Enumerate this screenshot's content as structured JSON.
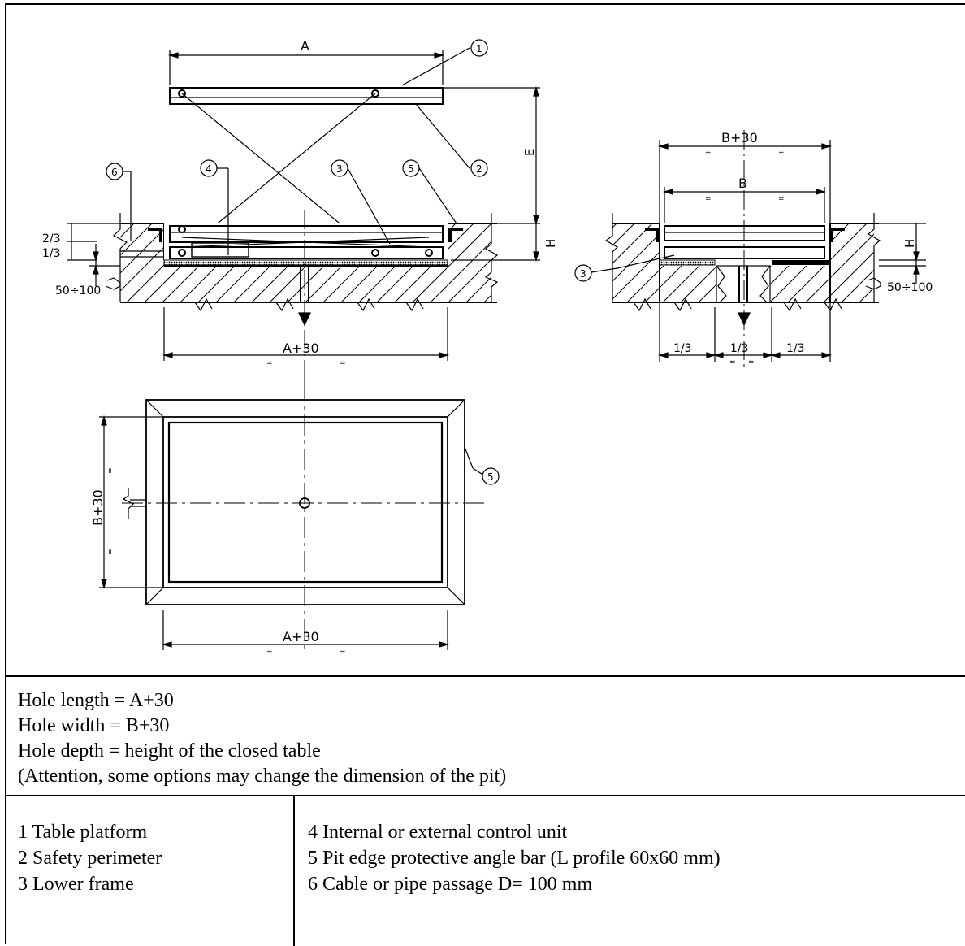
{
  "drawing": {
    "side_view": {
      "dim_top": "A",
      "dim_right": "E",
      "dim_h": "H",
      "dim_two_thirds": "2/3",
      "dim_one_third": "1/3",
      "dim_slab": "50÷100",
      "dim_bottom": "A+30",
      "equal_mark": "=",
      "callouts": [
        "1",
        "2",
        "6",
        "4",
        "3",
        "5"
      ]
    },
    "end_view": {
      "dim_top": "B+30",
      "dim_inner": "B",
      "dim_h": "H",
      "dim_slab": "50÷100",
      "thirds": [
        "1/3",
        "1/3",
        "1/3"
      ],
      "equal_mark": "=",
      "callout": "3"
    },
    "plan_view": {
      "dim_left": "B+30",
      "dim_bottom": "A+30",
      "equal_mark": "=",
      "callout": "5"
    }
  },
  "notes": [
    "Hole length = A+30",
    "Hole width = B+30",
    "Hole depth = height of the closed table",
    "(Attention, some options may change the dimension of the pit)"
  ],
  "legend": {
    "col1": [
      "1 Table platform",
      "2 Safety perimeter",
      "3 Lower frame"
    ],
    "col2": [
      "4 Internal or external control unit",
      "5 Pit edge protective angle bar (L profile 60x60 mm)",
      "6 Cable or pipe passage D= 100 mm"
    ]
  }
}
